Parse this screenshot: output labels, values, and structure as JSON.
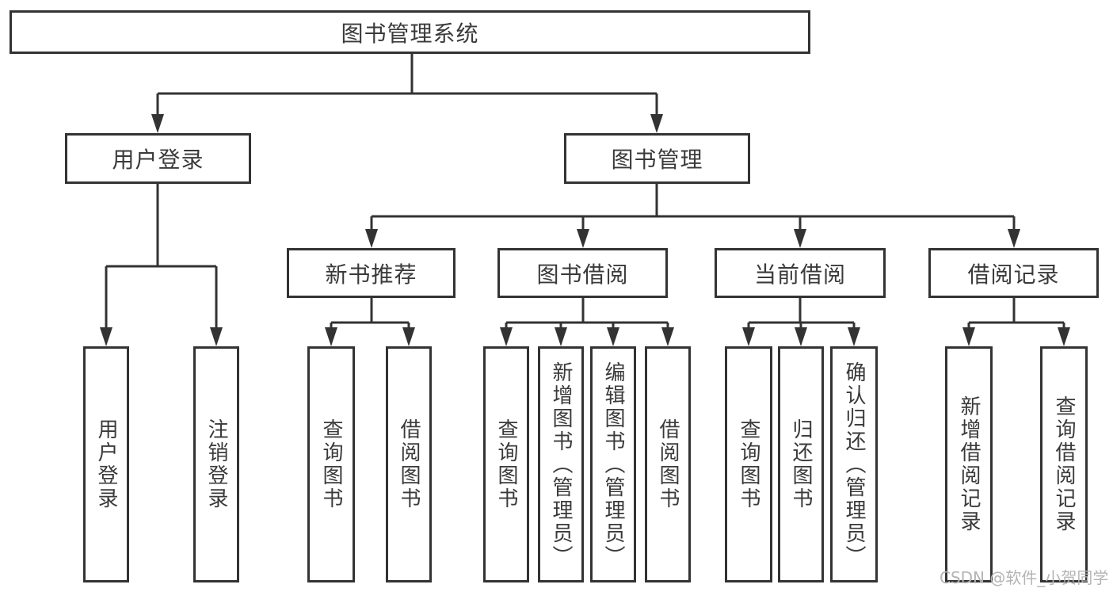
{
  "diagram": {
    "tree": {
      "label": "图书管理系统",
      "children": [
        {
          "label": "用户登录",
          "children": [
            {
              "label": "用户登录"
            },
            {
              "label": "注销登录"
            }
          ]
        },
        {
          "label": "图书管理",
          "children": [
            {
              "label": "新书推荐",
              "children": [
                {
                  "label": "查询图书"
                },
                {
                  "label": "借阅图书"
                }
              ]
            },
            {
              "label": "图书借阅",
              "children": [
                {
                  "label": "查询图书"
                },
                {
                  "label": "新增图书（管理员）"
                },
                {
                  "label": "编辑图书（管理员）"
                },
                {
                  "label": "借阅图书"
                }
              ]
            },
            {
              "label": "当前借阅",
              "children": [
                {
                  "label": "查询图书"
                },
                {
                  "label": "归还图书"
                },
                {
                  "label": "确认归还（管理员）"
                }
              ]
            },
            {
              "label": "借阅记录",
              "children": [
                {
                  "label": "新增借阅记录"
                },
                {
                  "label": "查询借阅记录"
                }
              ]
            }
          ]
        }
      ]
    },
    "colors": {
      "line": "#333333",
      "text": "#3a3a3a",
      "watermark": "#b4b4b4",
      "background": "#ffffff"
    }
  },
  "watermark": {
    "text": "CSDN @软件_小贺同学"
  }
}
